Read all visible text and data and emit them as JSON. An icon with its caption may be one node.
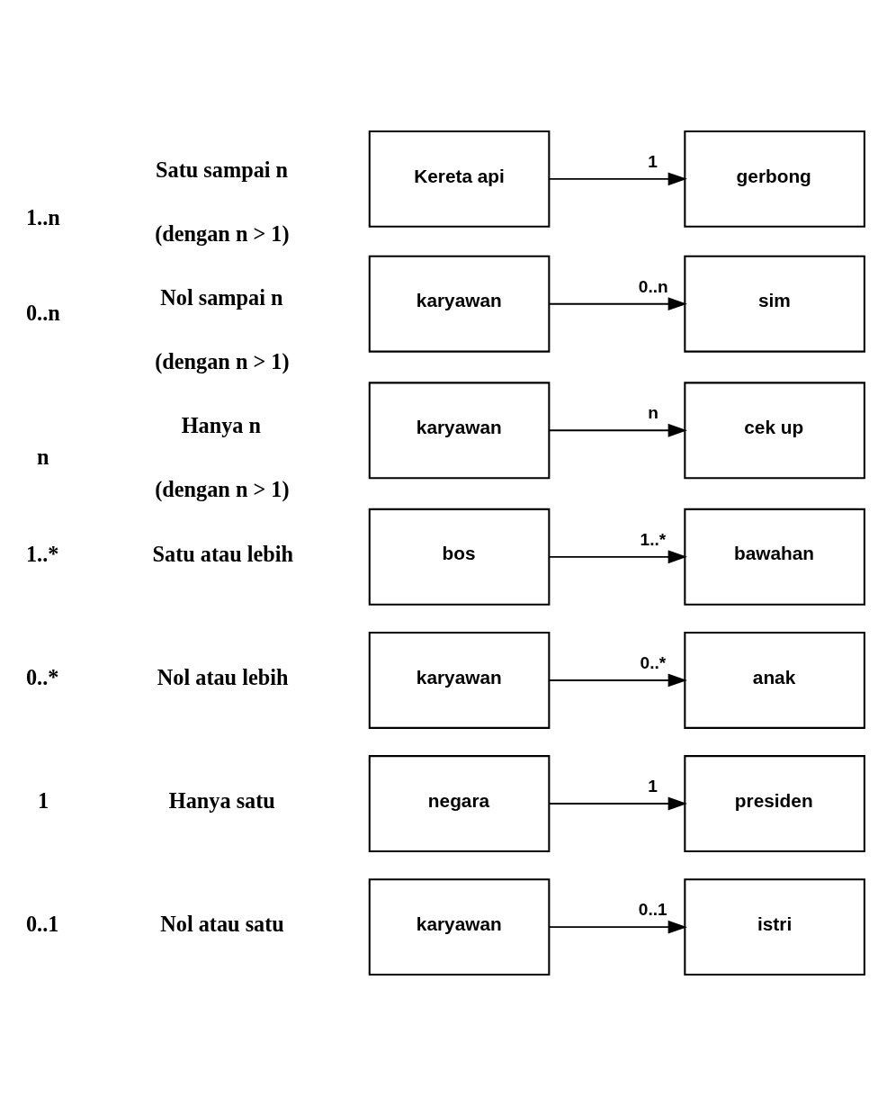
{
  "diagram": {
    "nodes": [
      {
        "text": [
          "karyawan"
        ]
      },
      {
        "text": [
          "istri"
        ]
      },
      {
        "text": [
          "negara"
        ]
      },
      {
        "text": [
          "presiden"
        ]
      },
      {
        "text": [
          "karyawan"
        ]
      },
      {
        "text": [
          "anak"
        ]
      },
      {
        "text": [
          "bos"
        ]
      },
      {
        "text": [
          "bawahan"
        ]
      },
      {
        "text": [
          "karyawan"
        ]
      },
      {
        "text": [
          "cek up"
        ]
      },
      {
        "text": [
          "karyawan"
        ]
      },
      {
        "text": [
          "sim"
        ]
      },
      {
        "text": [
          "Kereta api"
        ]
      },
      {
        "text": [
          "gerbong"
        ]
      }
    ],
    "edges": [
      {
        "from": 0,
        "to": 1,
        "arrow": "to",
        "label": "0..1"
      },
      {
        "from": 2,
        "to": 3,
        "arrow": "to",
        "label": "1"
      },
      {
        "from": 4,
        "to": 5,
        "arrow": "to",
        "label": "0..*"
      },
      {
        "from": 6,
        "to": 7,
        "arrow": "to",
        "label": "1..*"
      },
      {
        "from": 8,
        "to": 9,
        "arrow": "to",
        "label": "n"
      },
      {
        "from": 10,
        "to": 11,
        "arrow": "to",
        "label": "0..n"
      },
      {
        "from": 12,
        "to": 13,
        "arrow": "to",
        "label": "1"
      }
    ],
    "labels": [
      "0..1",
      "Nol atau satu",
      "1",
      "Hanya satu",
      "0..*",
      "Nol atau lebih",
      "1..*",
      "Satu atau lebih",
      "n",
      "Hanya n",
      "(dengan n > 1)",
      "0..n",
      "Nol sampai n",
      "(dengan n > 1)",
      "1..n",
      "Satu sampai n",
      "(dengan n > 1)"
    ]
  }
}
